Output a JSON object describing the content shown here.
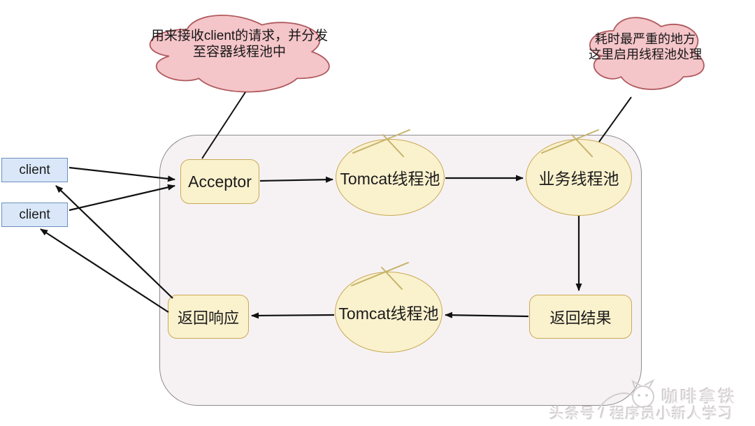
{
  "diagram": {
    "clouds": [
      {
        "id": "cloud-accept-note",
        "lines": [
          "用来接收client的请求，并分发",
          "至容器线程池中"
        ]
      },
      {
        "id": "cloud-busy-note",
        "lines": [
          "耗时最严重的地方",
          "这里启用线程池处理"
        ]
      }
    ],
    "clients": [
      {
        "label": "client"
      },
      {
        "label": "client"
      }
    ],
    "nodes": [
      {
        "id": "acceptor",
        "label": "Acceptor",
        "shape": "rounded-rect"
      },
      {
        "id": "tomcat-pool-top",
        "label": "Tomcat线程池",
        "shape": "ellipse"
      },
      {
        "id": "business-pool",
        "label": "业务线程池",
        "shape": "ellipse"
      },
      {
        "id": "return-result",
        "label": "返回结果",
        "shape": "rounded-rect"
      },
      {
        "id": "tomcat-pool-bottom",
        "label": "Tomcat线程池",
        "shape": "ellipse"
      },
      {
        "id": "return-response",
        "label": "返回响应",
        "shape": "rounded-rect"
      }
    ],
    "colors": {
      "node_fill": "#faf1cd",
      "node_border": "#c9aa55",
      "client_fill": "#d9e7f8",
      "client_border": "#6c8ebf",
      "cloud_fill": "#f4c5c9",
      "cloud_border": "#b05a5e",
      "container_fill": "#f6f2f4",
      "container_border": "#8f8a8e",
      "arrow": "#111111",
      "sketch_flourish": "#c6b268"
    },
    "watermark": {
      "brand": "咖啡拿铁",
      "credit": "头条号 / 程序员小新人学习"
    }
  }
}
